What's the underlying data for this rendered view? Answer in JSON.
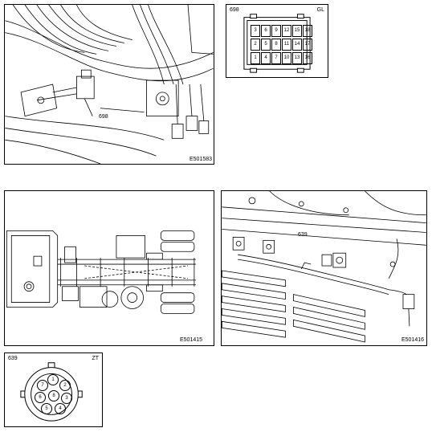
{
  "panels": {
    "engine_bay": {
      "ref": "E501583",
      "callout": "698"
    },
    "connector_698": {
      "id": "698",
      "tag": "GL",
      "rows": [
        [
          "3",
          "6",
          "9",
          "12",
          "15",
          "18"
        ],
        [
          "2",
          "5",
          "8",
          "11",
          "14",
          "17"
        ],
        [
          "1",
          "4",
          "7",
          "10",
          "13",
          "16"
        ]
      ]
    },
    "truck_topview": {
      "ref": "E501415"
    },
    "frame_closeup": {
      "ref": "E501416",
      "callout": "639"
    },
    "connector_639": {
      "id": "639",
      "tag": "ZT",
      "pins": [
        "1",
        "2",
        "3",
        "4",
        "5",
        "6",
        "7",
        "8"
      ]
    }
  }
}
